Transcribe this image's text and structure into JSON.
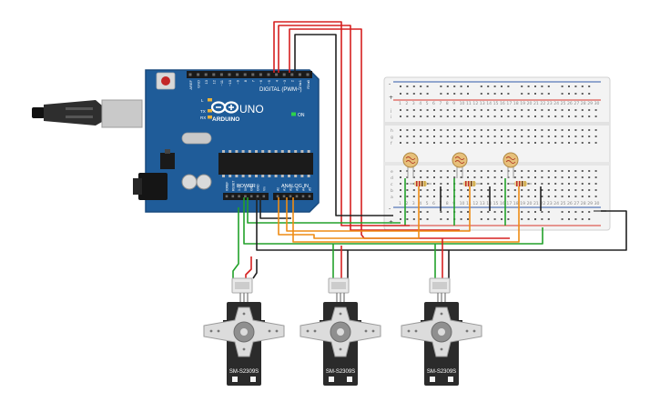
{
  "colors": {
    "board": "#1f5c99",
    "board_edge": "#184a7e",
    "wire_red": "#d52020",
    "wire_black": "#222222",
    "wire_green": "#22a12a",
    "wire_orange": "#ee8c14",
    "rail_red": "#d9342b",
    "rail_blue": "#2f5aa8",
    "servo_body": "#2b2b2b",
    "servo_horn": "#dcdcdc",
    "ldr": "#e7c07a"
  },
  "arduino": {
    "digital_label": "DIGITAL (PWM~)",
    "brand_label": "ARDUINO",
    "model_label": "UNO",
    "on_label": "ON",
    "tx_label": "TX",
    "rx_label": "RX",
    "l_label": "L",
    "power_label": "POWER",
    "analog_label": "ANALOG IN",
    "digital_pins": [
      "AREF",
      "GND",
      "13",
      "12",
      "~11",
      "~10",
      "~9",
      "8",
      "7",
      "~6",
      "~5",
      "4",
      "~3",
      "2",
      "TX▸1",
      "RX◂0"
    ],
    "power_pins": [
      "IOREF",
      "RESET",
      "3.3V",
      "5V",
      "GND",
      "GND",
      "Vin"
    ],
    "analog_pins": [
      "A0",
      "A1",
      "A2",
      "A3",
      "A4",
      "A5"
    ],
    "icons": [
      "usb-connector-icon",
      "reset-button-icon",
      "infinity-logo-icon",
      "dc-jack-icon"
    ]
  },
  "breadboard": {
    "columns": [
      "1",
      "2",
      "3",
      "4",
      "5",
      "6",
      "7",
      "8",
      "9",
      "10",
      "11",
      "12",
      "13",
      "14",
      "15",
      "16",
      "17",
      "18",
      "19",
      "20",
      "21",
      "22",
      "23",
      "24",
      "25",
      "26",
      "27",
      "28",
      "29",
      "30"
    ],
    "row_letters_top": [
      "j",
      "i",
      "h",
      "g",
      "f"
    ],
    "row_letters_bottom": [
      "e",
      "d",
      "c",
      "b",
      "a"
    ],
    "rail_plus": "+",
    "rail_minus": "-"
  },
  "servos": [
    {
      "label": "SM-S2309S"
    },
    {
      "label": "SM-S2309S"
    },
    {
      "label": "SM-S2309S"
    }
  ],
  "photoresistors": 3,
  "resistors": 3
}
